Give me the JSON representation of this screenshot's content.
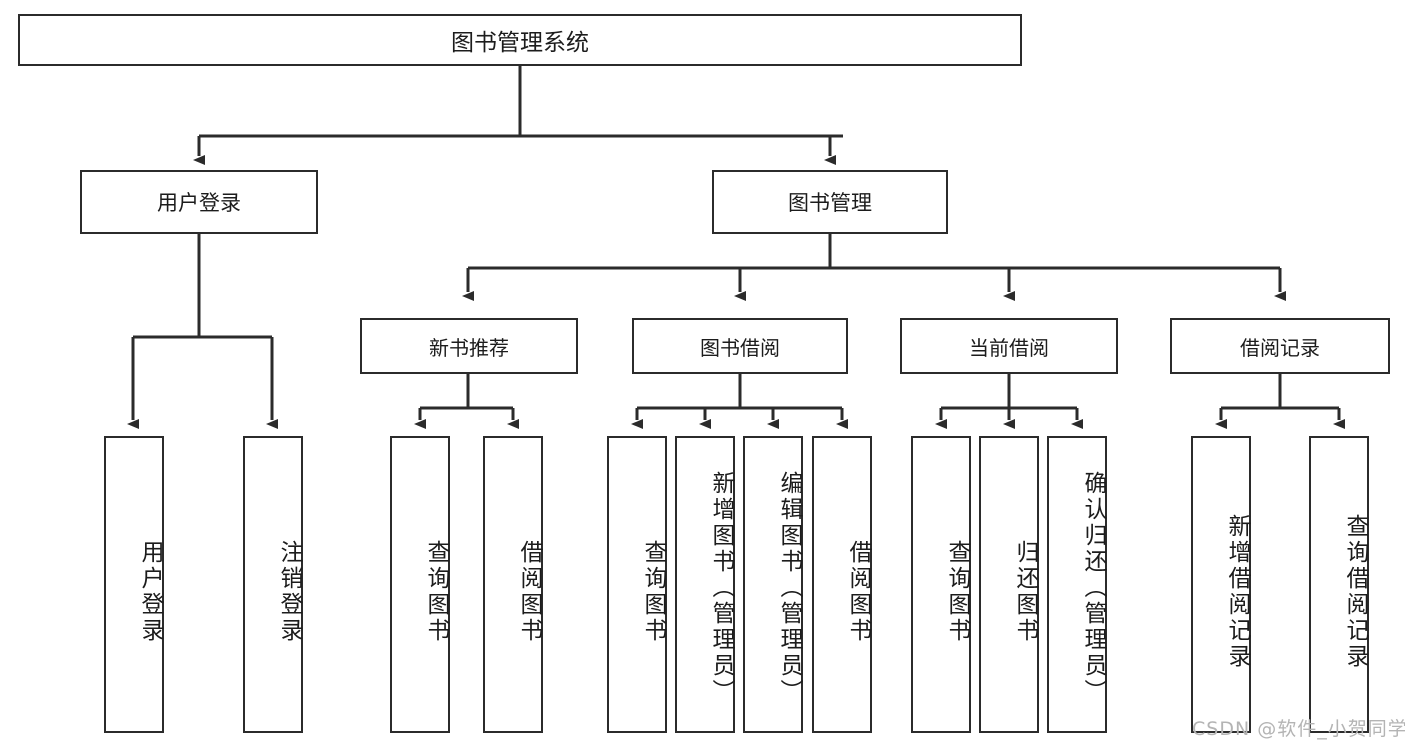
{
  "diagram": {
    "type": "tree-hierarchy",
    "title": "图书管理系统",
    "watermark": "CSDN @软件_小贺同学",
    "colors": {
      "box_border": "#2b2b2b",
      "box_fill": "#ffffff",
      "edge": "#2b2b2b",
      "text": "#1c1c1c",
      "watermark": "#b4b4b4"
    },
    "root": {
      "label": "图书管理系统"
    },
    "level1": [
      {
        "label": "用户登录"
      },
      {
        "label": "图书管理"
      }
    ],
    "level2": [
      {
        "label": "新书推荐"
      },
      {
        "label": "图书借阅"
      },
      {
        "label": "当前借阅"
      },
      {
        "label": "借阅记录"
      }
    ],
    "leaves": {
      "user_login": [
        {
          "label": "用户登录"
        },
        {
          "label": "注销登录"
        }
      ],
      "new_book_recommend": [
        {
          "label": "查询图书"
        },
        {
          "label": "借阅图书"
        }
      ],
      "book_borrow": [
        {
          "label": "查询图书"
        },
        {
          "label": "新增图书（管理员）"
        },
        {
          "label": "编辑图书（管理员）"
        },
        {
          "label": "借阅图书"
        }
      ],
      "current_borrow": [
        {
          "label": "查询图书"
        },
        {
          "label": "归还图书"
        },
        {
          "label": "确认归还（管理员）"
        }
      ],
      "borrow_records": [
        {
          "label": "新增借阅记录"
        },
        {
          "label": "查询借阅记录"
        }
      ]
    }
  }
}
